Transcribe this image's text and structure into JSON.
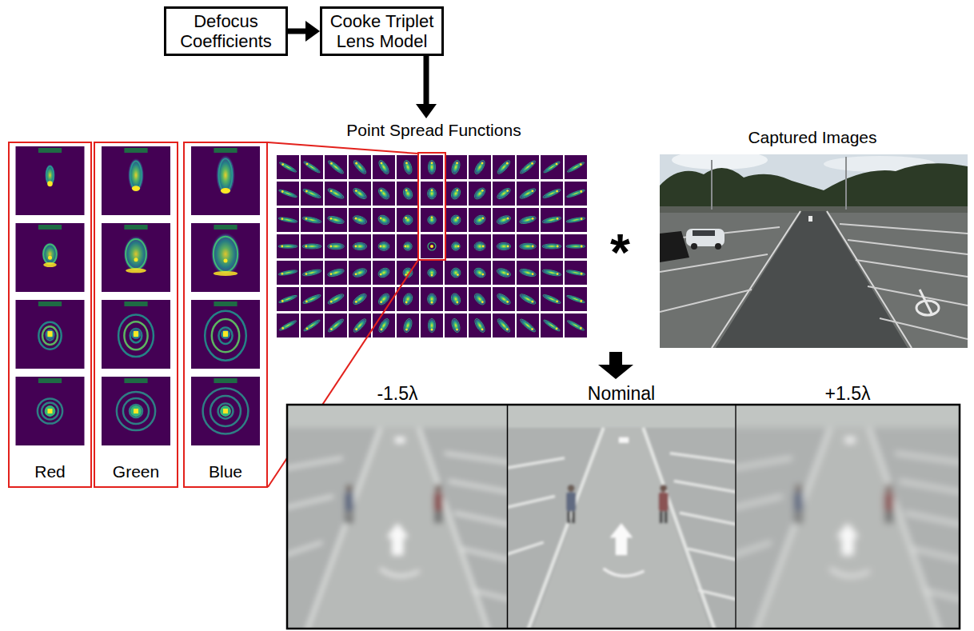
{
  "diagram": {
    "nodes": [
      {
        "text": [
          "Defocus Coefficients"
        ]
      },
      {
        "text": [
          "Cooke Triplet Lens Model"
        ]
      },
      {
        "text": [
          "Point Spread Functions"
        ]
      },
      {
        "text": [
          "Red"
        ]
      },
      {
        "text": [
          "Green"
        ]
      },
      {
        "text": [
          "Blue"
        ]
      },
      {
        "text": [
          "Captured Images"
        ]
      },
      {
        "text": [
          "-1.5λ"
        ]
      },
      {
        "text": [
          "Nominal"
        ]
      },
      {
        "text": [
          "+1.5λ"
        ]
      }
    ],
    "edges": [
      {
        "from": 0,
        "to": 1,
        "arrow": "to"
      },
      {
        "from": 1,
        "to": 2,
        "arrow": "to"
      }
    ],
    "labels": [
      "*"
    ]
  }
}
